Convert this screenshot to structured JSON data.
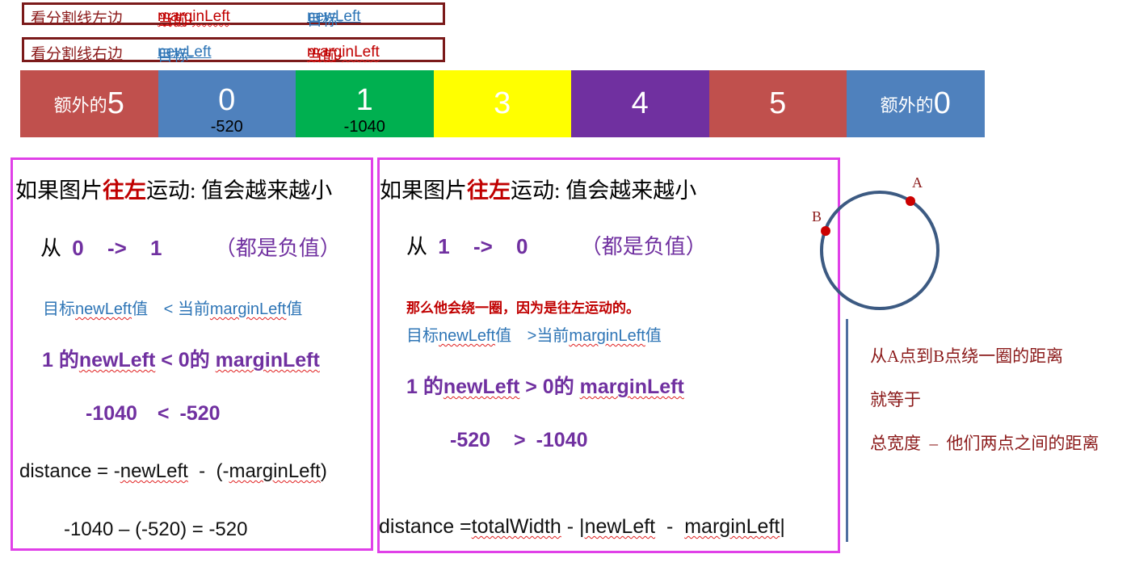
{
  "legend": {
    "row1": {
      "label": "看分割线左边",
      "k1": "当前-",
      "v1": "marginLeft",
      "k2": "目标-",
      "v2": "newLeft"
    },
    "row2": {
      "label": "看分割线右边",
      "k1": "目标-",
      "v1": "newLeft",
      "k2": "当前-",
      "v2": "marginLeft"
    }
  },
  "strip": {
    "cells": [
      {
        "prefix": "额外的",
        "num": "5",
        "under": "",
        "color": "#c0504d"
      },
      {
        "prefix": "",
        "num": "0",
        "under": "-520",
        "color": "#4f81bd"
      },
      {
        "prefix": "",
        "num": "1",
        "under": "-1040",
        "color": "#00b050"
      },
      {
        "prefix": "",
        "num": "3",
        "under": "",
        "color": "#ffff00"
      },
      {
        "prefix": "",
        "num": "4",
        "under": "",
        "color": "#7030a0"
      },
      {
        "prefix": "",
        "num": "5",
        "under": "",
        "color": "#c0504d"
      },
      {
        "prefix": "额外的",
        "num": "0",
        "under": "",
        "color": "#4f81bd"
      }
    ]
  },
  "left": {
    "title_a": "如果图片",
    "title_b": "往左",
    "title_c": "运动: 值会越来越小",
    "from_a": "从",
    "from_b": "0",
    "from_arrow": "->",
    "from_c": "1",
    "from_note": "（都是负值）",
    "cmp_a": "目标",
    "cmp_b": "newLeft",
    "cmp_c": "值",
    "cmp_op": "<",
    "cmp_d": "当前",
    "cmp_e": "marginLeft",
    "cmp_f": "值",
    "line4_a": "1 的",
    "line4_b": "newLeft",
    "line4_c": " < 0的 ",
    "line4_d": "marginLeft",
    "line5_a": "-1040",
    "line5_op": "<",
    "line5_b": "-520",
    "dist_a": "distance = -",
    "dist_b": "newLeft",
    "dist_c": "  -  (-",
    "dist_d": "marginLeft",
    "dist_e": ")",
    "calc": "-1040 – (-520) = -520"
  },
  "right": {
    "title_a": "如果图片",
    "title_b": "往左",
    "title_c": "运动: 值会越来越小",
    "from_a": "从",
    "from_b": "1",
    "from_arrow": "->",
    "from_c": "0",
    "from_note": "（都是负值）",
    "red_note": "那么他会绕一圈，因为是往左运动的。",
    "cmp_a": "目标",
    "cmp_b": "newLeft",
    "cmp_c": "值",
    "cmp_op": ">",
    "cmp_d": "当前",
    "cmp_e": "marginLeft",
    "cmp_f": "值",
    "line4_a": "1 的",
    "line4_b": "newLeft",
    "line4_c": " > 0的 ",
    "line4_d": "marginLeft",
    "line5_a": "-520",
    "line5_op": ">",
    "line5_b": "-1040",
    "dist_a": "distance =",
    "dist_b": "totalWidth",
    "dist_c": " - |",
    "dist_d": "newLeft",
    "dist_e": "  -  ",
    "dist_f": "marginLeft",
    "dist_g": "|"
  },
  "circle": {
    "point_a": "A",
    "point_b": "B",
    "stroke": "#3c5a82",
    "dot": "#cc0000"
  },
  "explain": {
    "line1": "从A点到B点绕一圈的距离",
    "line2": "就等于",
    "line3": "总宽度  –  他们两点之间的距离"
  }
}
